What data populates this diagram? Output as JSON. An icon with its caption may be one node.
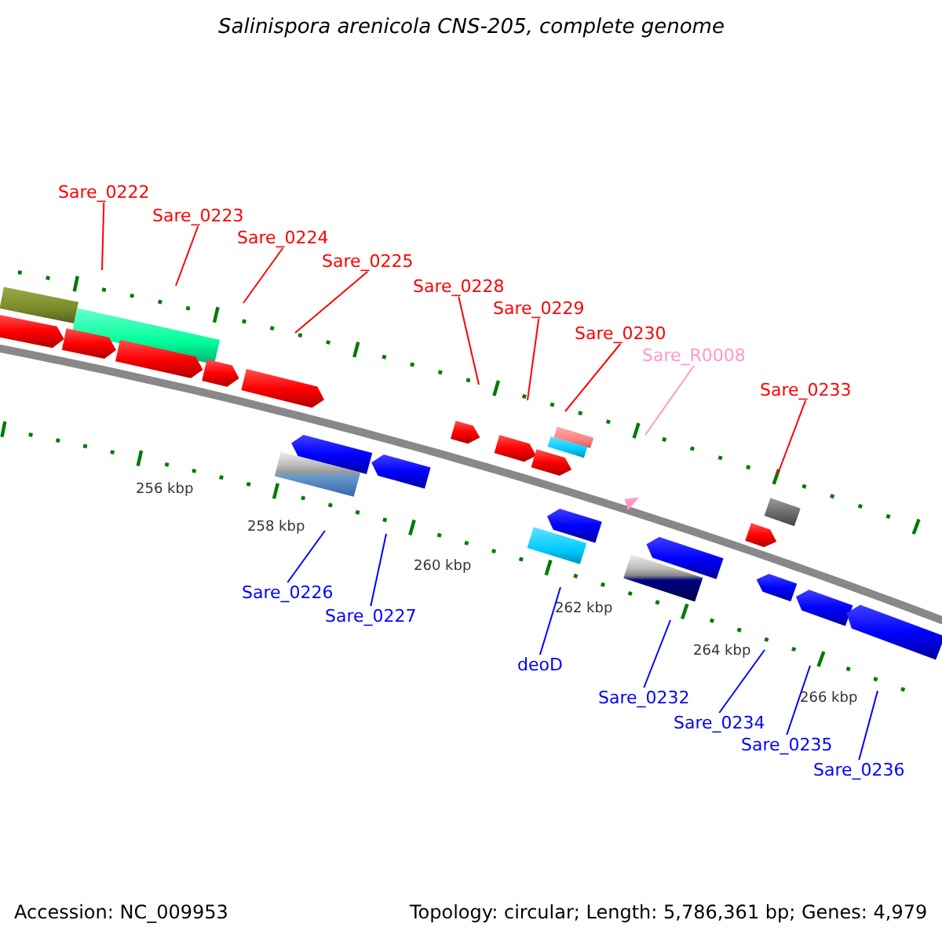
{
  "diagram": {
    "title": "Salinispora arenicola CNS-205, complete genome",
    "nodes": [
      {
        "text": [
          "Sare_0222"
        ]
      },
      {
        "text": [
          "Sare_0223"
        ]
      },
      {
        "text": [
          "Sare_0224"
        ]
      },
      {
        "text": [
          "Sare_0225"
        ]
      },
      {
        "text": [
          "Sare_0228"
        ]
      },
      {
        "text": [
          "Sare_0229"
        ]
      },
      {
        "text": [
          "Sare_0230"
        ]
      },
      {
        "text": [
          "Sare_R0008"
        ]
      },
      {
        "text": [
          "Sare_0233"
        ]
      },
      {
        "text": [
          "Sare_0226"
        ]
      },
      {
        "text": [
          "Sare_0227"
        ]
      },
      {
        "text": [
          "deoD"
        ]
      },
      {
        "text": [
          "Sare_0232"
        ]
      },
      {
        "text": [
          "Sare_0234"
        ]
      },
      {
        "text": [
          "Sare_0235"
        ]
      },
      {
        "text": [
          "Sare_0236"
        ]
      }
    ],
    "edges": [
      {
        "from": 0,
        "to": null,
        "arrow": "none"
      },
      {
        "from": 1,
        "to": null,
        "arrow": "none"
      },
      {
        "from": 2,
        "to": null,
        "arrow": "none"
      },
      {
        "from": 3,
        "to": null,
        "arrow": "none"
      },
      {
        "from": 4,
        "to": null,
        "arrow": "none"
      },
      {
        "from": 5,
        "to": null,
        "arrow": "none"
      },
      {
        "from": 6,
        "to": null,
        "arrow": "none"
      },
      {
        "from": 7,
        "to": null,
        "arrow": "none",
        "color": "#ff99cc"
      },
      {
        "from": 8,
        "to": null,
        "arrow": "none"
      },
      {
        "from": 9,
        "to": null,
        "arrow": "none",
        "color": "#0000ff"
      },
      {
        "from": 10,
        "to": null,
        "arrow": "none",
        "color": "#0000ff"
      },
      {
        "from": 11,
        "to": null,
        "arrow": "none",
        "color": "#0000ff"
      },
      {
        "from": 12,
        "to": null,
        "arrow": "none",
        "color": "#0000ff"
      },
      {
        "from": 13,
        "to": null,
        "arrow": "none",
        "color": "#0000ff"
      },
      {
        "from": 14,
        "to": null,
        "arrow": "none",
        "color": "#0000ff"
      },
      {
        "from": 15,
        "to": null,
        "arrow": "none",
        "color": "#0000ff"
      }
    ],
    "labels": [
      "256 kbp",
      "258 kbp",
      "260 kbp",
      "262 kbp",
      "264 kbp",
      "266 kbp",
      "Accession: NC_009953",
      "Topology: circular; Length: 5,786,361 bp; Genes: 4,979"
    ]
  }
}
